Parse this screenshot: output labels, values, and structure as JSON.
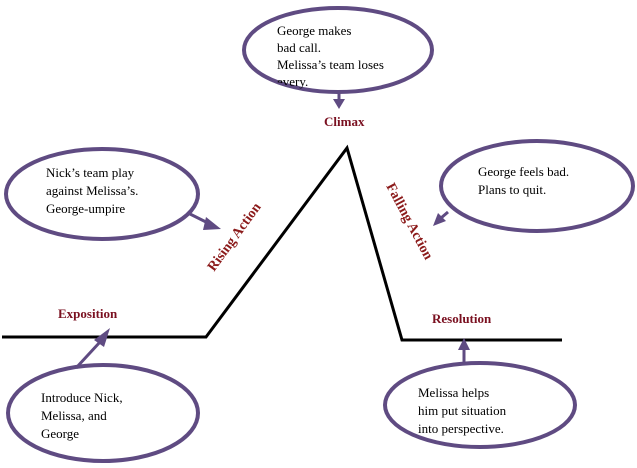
{
  "labels": {
    "climax": "Climax",
    "exposition": "Exposition",
    "resolution": "Resolution",
    "rising_action": "Rising Action",
    "falling_action": "Falling Action"
  },
  "bubbles": {
    "climax": [
      "George makes",
      "bad call.",
      "Melissa’s team loses",
      "every."
    ],
    "rising": [
      "Nick’s team play",
      "against Melissa’s.",
      "George-umpire"
    ],
    "falling": [
      "George feels bad.",
      "Plans to quit."
    ],
    "exposition": [
      "Introduce Nick,",
      "Melissa, and",
      "George"
    ],
    "resolution": [
      "Melissa helps",
      "him put situation",
      "into perspective."
    ]
  },
  "colors": {
    "bubble_border": "#5f4b82",
    "label_text": "#7a1020",
    "plot_line": "#000000"
  }
}
